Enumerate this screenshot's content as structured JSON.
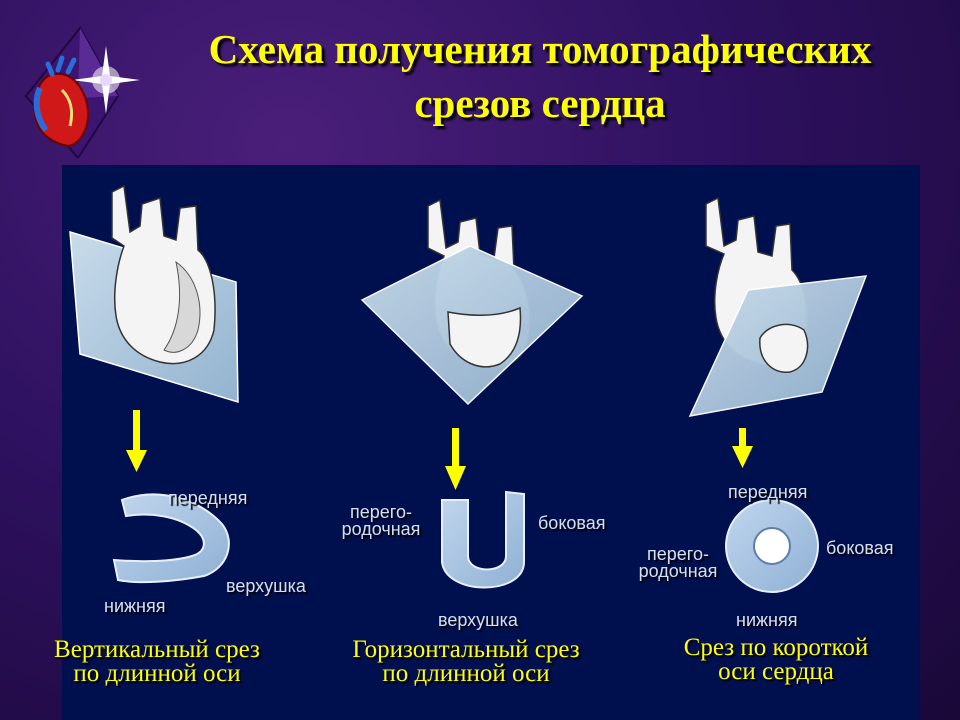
{
  "title": {
    "line1": "Схема получения томографических",
    "line2": "срезов сердца"
  },
  "colors": {
    "background": "#2e1160",
    "panel": "#000f4e",
    "title": "#ffff00",
    "caption": "#ffff00",
    "label": "#cfe0ff",
    "plane": "#b9cfe0",
    "heart": "#f4f4f4",
    "slice": "#aac4e4",
    "arrow": "#ffff00"
  },
  "panels": [
    {
      "id": "vertical",
      "labels": {
        "top": "передняя",
        "apex": "верхушка",
        "bottom": "нижняя"
      },
      "caption": {
        "line1": "Вертикальный срез",
        "line2": "по длинной оси"
      }
    },
    {
      "id": "horizontal",
      "labels": {
        "septal_line1": "перего-",
        "septal_line2": "родочная",
        "lateral": "боковая",
        "apex": "верхушка"
      },
      "caption": {
        "line1": "Горизонтальный срез",
        "line2": "по длинной оси"
      }
    },
    {
      "id": "short-axis",
      "labels": {
        "top": "передняя",
        "septal_line1": "перего-",
        "septal_line2": "родочная",
        "lateral": "боковая",
        "bottom": "нижняя"
      },
      "caption": {
        "line1": "Срез по короткой",
        "line2": "оси сердца"
      }
    }
  ]
}
